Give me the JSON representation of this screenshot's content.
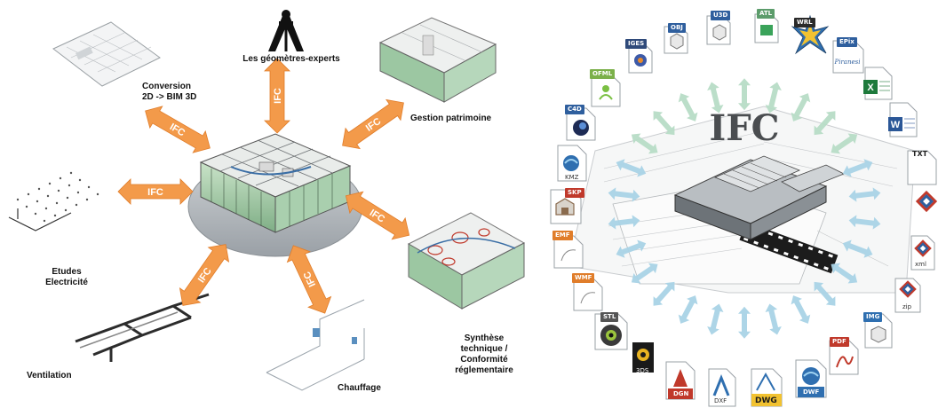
{
  "left": {
    "arrow_label": "IFC",
    "labels": {
      "geometres": "Les géomètres-experts",
      "conversion_line1": "Conversion",
      "conversion_line2": "2D -> BIM 3D",
      "gestion": "Gestion patrimoine",
      "etudes_line1": "Etudes",
      "etudes_line2": "Electricité",
      "ventilation": "Ventilation",
      "chauffage": "Chauffage",
      "synthese_line1": "Synthèse",
      "synthese_line2": "technique /",
      "synthese_line3": "Conformité",
      "synthese_line4": "réglementaire"
    }
  },
  "right": {
    "center_title": "IFC",
    "formats": {
      "obj": "OBJ",
      "u3d": "U3D",
      "atl": "ATL",
      "wrl": "WRL",
      "iges": "IGES",
      "epix": "EPix",
      "ofml": "OFML",
      "c4d": "C4D",
      "txt": "TXT",
      "kmz": "KMZ",
      "skp": "SKP",
      "emf": "EMF",
      "wmf": "WMF",
      "xml": "xml",
      "zip": "zip",
      "stl": "STL",
      "img": "IMG",
      "threeds": "3DS",
      "pdf": "PDF",
      "dgn": "DGN",
      "dxf": "DXF",
      "dwg": "DWG",
      "dwf": "DWF"
    }
  },
  "colors": {
    "arrow_orange": "#f39a4a",
    "arrow_orange_dark": "#e07d2a",
    "disc_gray": "#b8bcc0",
    "ring_arrow_blue": "#a9d3e6",
    "ring_arrow_green": "#b7dcc6"
  }
}
